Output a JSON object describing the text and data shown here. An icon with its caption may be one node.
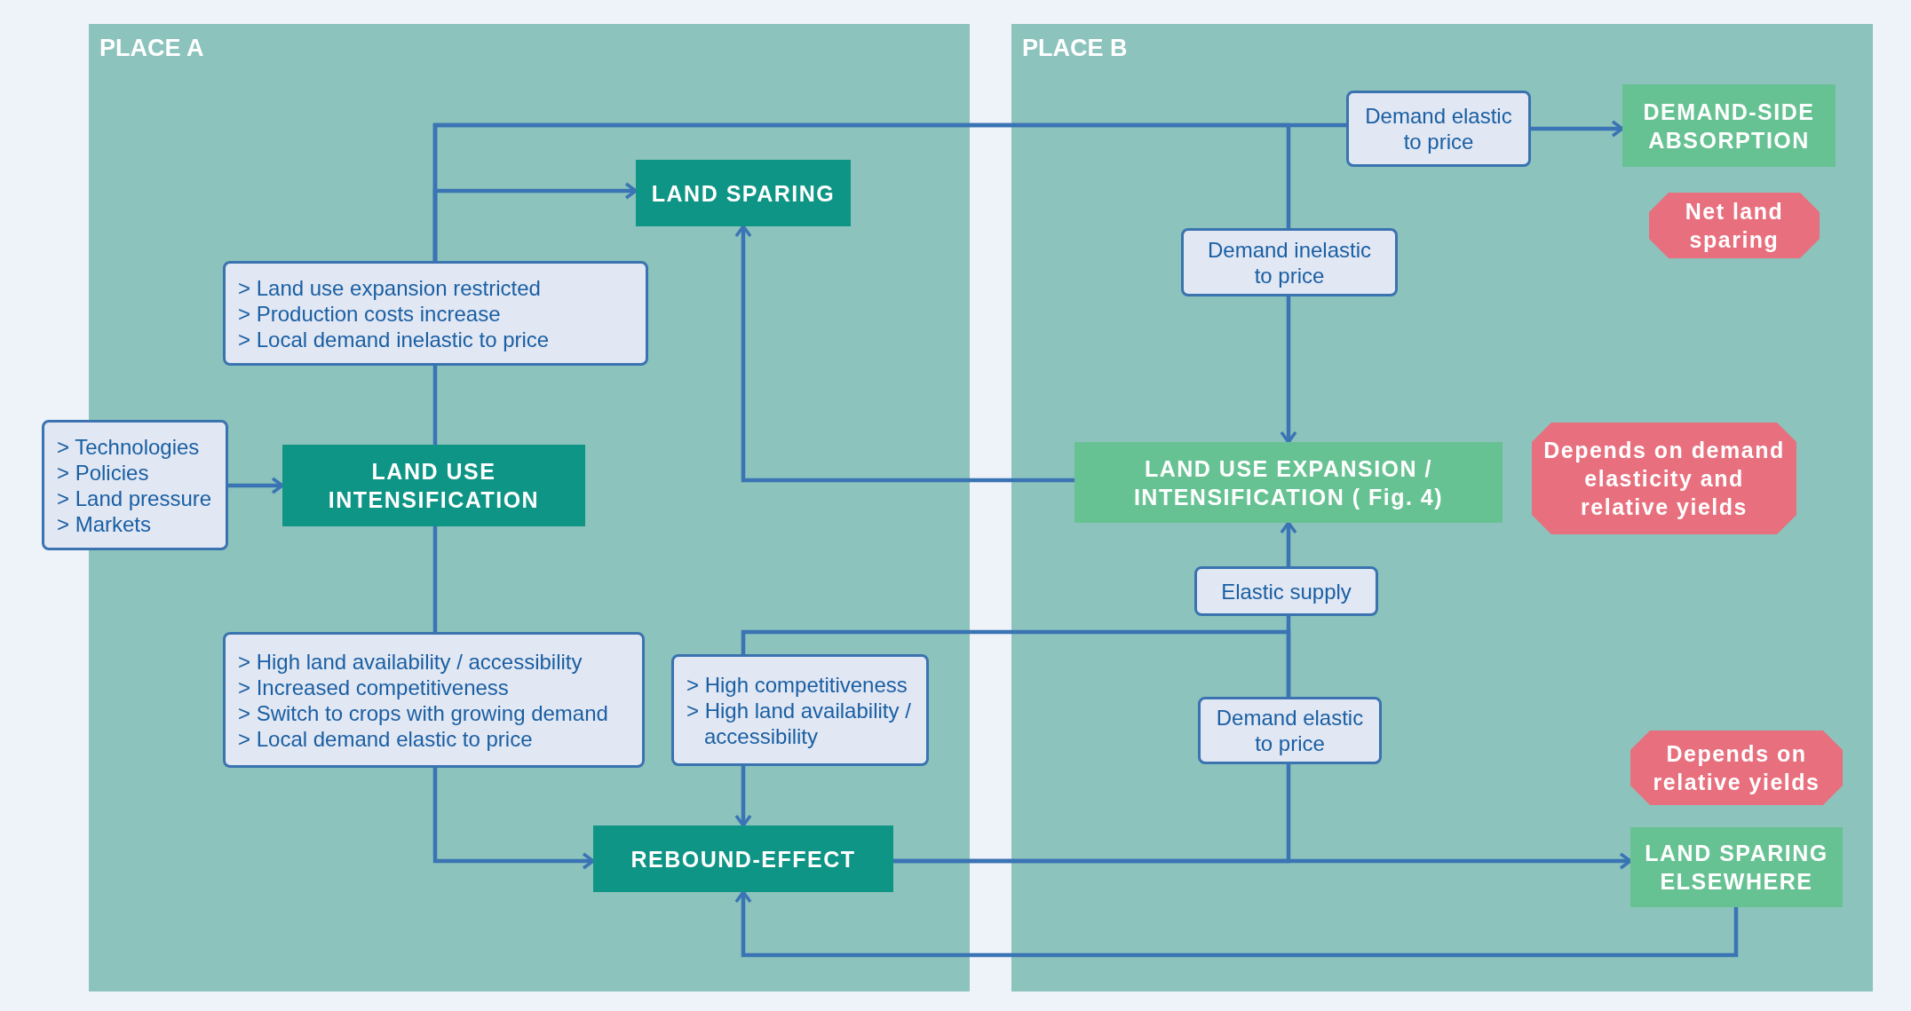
{
  "diagram": {
    "nodes": [
      {
        "text": [
          "PLACE A"
        ]
      },
      {
        "text": [
          "PLACE B"
        ]
      },
      {
        "text": [
          "LAND SPARING"
        ],
        "in": 0
      },
      {
        "text": [
          "> Land use expansion restricted",
          "> Production costs increase",
          "> Local demand inelastic to price"
        ],
        "in": 0
      },
      {
        "text": [
          "> Technologies",
          "> Policies",
          "> Land pressure",
          "> Markets"
        ]
      },
      {
        "text": [
          "LAND USE INTENSIFICATION"
        ],
        "in": 0
      },
      {
        "text": [
          "> High land availability / accessibility",
          "> Increased competitiveness",
          "> Switch to crops with growing demand",
          "> Local demand elastic to price"
        ],
        "in": 0
      },
      {
        "text": [
          "> High competitiveness",
          "> High land availability / accessibility"
        ],
        "in": 0
      },
      {
        "text": [
          "REBOUND-EFFECT"
        ],
        "in": 0
      },
      {
        "text": [
          "Demand elastic to price"
        ],
        "in": 1
      },
      {
        "text": [
          "DEMAND-SIDE ABSORPTION"
        ],
        "in": 1
      },
      {
        "text": [
          "Net land sparing"
        ],
        "in": 1
      },
      {
        "text": [
          "Demand inelastic to price"
        ],
        "in": 1
      },
      {
        "text": [
          "LAND USE EXPANSION / INTENSIFICATION ( Fig. 4)"
        ],
        "in": 1
      },
      {
        "text": [
          "Depends on demand elasticity and relative yields"
        ],
        "in": 1
      },
      {
        "text": [
          "Elastic supply"
        ],
        "in": 1
      },
      {
        "text": [
          "Demand elastic to price"
        ],
        "in": 1
      },
      {
        "text": [
          "Depends on relative yields"
        ],
        "in": 1
      },
      {
        "text": [
          "LAND SPARING ELSEWHERE"
        ],
        "in": 1
      }
    ],
    "edges": [
      {
        "from": 4,
        "to": 5,
        "arrow": "to"
      },
      {
        "from": 5,
        "to": 3,
        "arrow": "none"
      },
      {
        "from": 3,
        "to": 2,
        "arrow": "to"
      },
      {
        "from": 3,
        "to": 9,
        "arrow": "none"
      },
      {
        "from": 9,
        "to": 10,
        "arrow": "to"
      },
      {
        "from": 3,
        "to": 12,
        "arrow": "none"
      },
      {
        "from": 12,
        "to": 13,
        "arrow": "to"
      },
      {
        "from": 13,
        "to": 2,
        "arrow": "to"
      },
      {
        "from": 5,
        "to": 6,
        "arrow": "none"
      },
      {
        "from": 6,
        "to": 8,
        "arrow": "to"
      },
      {
        "from": 7,
        "to": 8,
        "arrow": "to"
      },
      {
        "from": 8,
        "to": 18,
        "arrow": "to"
      },
      {
        "from": 8,
        "to": 16,
        "arrow": "none"
      },
      {
        "from": 16,
        "to": 15,
        "arrow": "none"
      },
      {
        "from": 16,
        "to": 7,
        "arrow": "none"
      },
      {
        "from": 15,
        "to": 13,
        "arrow": "to"
      },
      {
        "from": 18,
        "to": 8,
        "arrow": "to"
      }
    ]
  }
}
